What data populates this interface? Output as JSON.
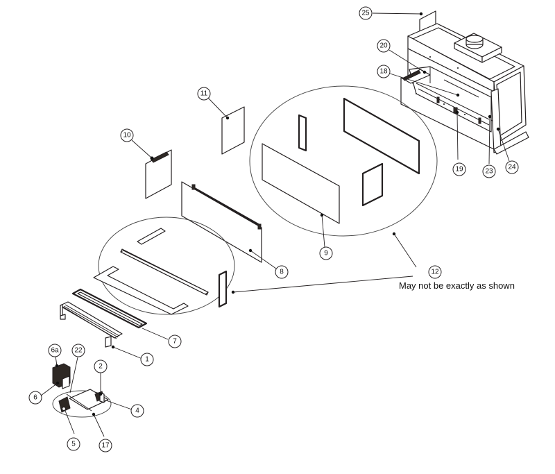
{
  "diagram": {
    "title": "Fireplace exploded parts view",
    "note": "May not be exactly as shown",
    "callouts": [
      {
        "id": "25",
        "label": "25"
      },
      {
        "id": "20",
        "label": "20"
      },
      {
        "id": "18",
        "label": "18"
      },
      {
        "id": "19",
        "label": "19"
      },
      {
        "id": "23",
        "label": "23"
      },
      {
        "id": "24",
        "label": "24"
      },
      {
        "id": "11",
        "label": "11"
      },
      {
        "id": "10",
        "label": "10"
      },
      {
        "id": "9",
        "label": "9"
      },
      {
        "id": "12",
        "label": "12"
      },
      {
        "id": "8",
        "label": "8"
      },
      {
        "id": "7",
        "label": "7"
      },
      {
        "id": "1",
        "label": "1"
      },
      {
        "id": "6a",
        "label": "6a"
      },
      {
        "id": "22",
        "label": "22"
      },
      {
        "id": "2",
        "label": "2"
      },
      {
        "id": "6",
        "label": "6"
      },
      {
        "id": "4",
        "label": "4"
      },
      {
        "id": "5",
        "label": "5"
      },
      {
        "id": "17",
        "label": "17"
      }
    ],
    "colors": {
      "line": "#231f20",
      "background": "#ffffff",
      "dark_part": "#2e2824"
    }
  }
}
